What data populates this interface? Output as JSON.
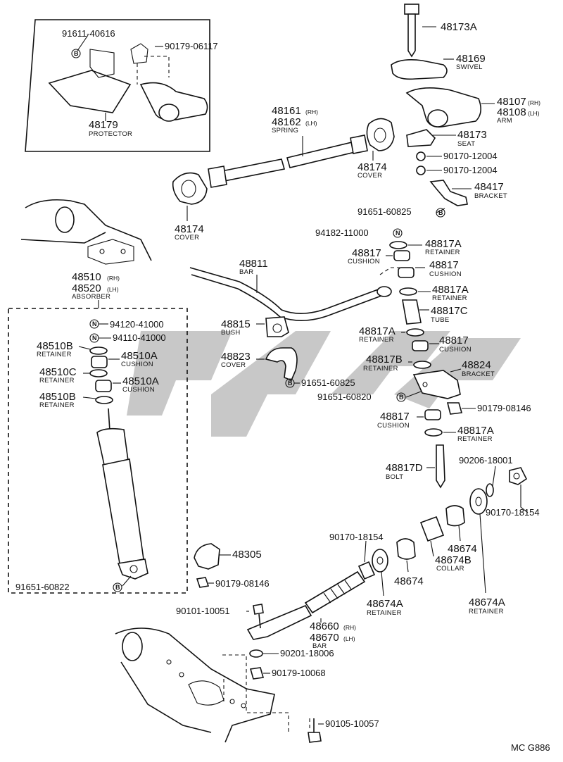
{
  "labels": {
    "p48173A": "48173A",
    "p48169": "48169",
    "swivel": "SWIVEL",
    "p48107": "48107",
    "p48108": "48108",
    "arm": "ARM",
    "p48173": "48173",
    "seat": "SEAT",
    "p9017012004a": "90170-12004",
    "p9017012004b": "90170-12004",
    "p48417": "48417",
    "bracket1": "BRACKET",
    "p9165160825a": "91651-60825",
    "p9161140616": "91611-40616",
    "p9017906117": "90179-06117",
    "p48179": "48179",
    "protector": "PROTECTOR",
    "p48161": "48161",
    "p48162": "48162",
    "spring": "SPRING",
    "p48174a": "48174",
    "cover1": "COVER",
    "p48174b": "48174",
    "cover2": "COVER",
    "p9418211000": "94182-11000",
    "p48817Aa": "48817A",
    "retainer1": "RETAINER",
    "p48817a": "48817",
    "cushion1": "CUSHION",
    "p48817b": "48817",
    "cushion2": "CUSHION",
    "p48811": "48811",
    "bar1": "BAR",
    "p48817Ab": "48817A",
    "retainer2": "RETAINER",
    "p48817C": "48817C",
    "tube": "TUBE",
    "p48510": "48510",
    "p48520": "48520",
    "absorber": "ABSORBER",
    "p9412041000": "94120-41000",
    "p9411041000": "94110-41000",
    "p48510Ba": "48510B",
    "retainer3": "RETAINER",
    "p48510Aa": "48510A",
    "cushion3": "CUSHION",
    "p48510C": "48510C",
    "retainer4": "RETAINER",
    "p48510Ab": "48510A",
    "cushion4": "CUSHION",
    "p48510Bb": "48510B",
    "retainer5": "RETAINER",
    "p48815": "48815",
    "bush": "BUSH",
    "p48823": "48823",
    "cover3": "COVER",
    "p9165160825b": "91651-60825",
    "p48817Ac": "48817A",
    "retainer6": "RETAINER",
    "p48817c": "48817",
    "cushion5": "CUSHION",
    "p48817B": "48817B",
    "retainer7": "RETAINER",
    "p48824": "48824",
    "bracket2": "BRACKET",
    "p9165160820": "91651-60820",
    "p9017908146a": "90179-08146",
    "p48817d": "48817",
    "cushion6": "CUSHION",
    "p48817Ad": "48817A",
    "retainer8": "RETAINER",
    "p48817D": "48817D",
    "bolt": "BOLT",
    "p9020618001": "90206-18001",
    "p9017018154a": "90170-18154",
    "p48305": "48305",
    "p9017018154b": "90170-18154",
    "p48674a": "48674",
    "p48674B": "48674B",
    "collar": "COLLAR",
    "p48674b": "48674",
    "p9165160822": "91651-60822",
    "p9017908146b": "90179-08146",
    "p48674Aa": "48674A",
    "retainer9": "RETAINER",
    "p48674Ab": "48674A",
    "retainer10": "RETAINER",
    "p9010110051": "90101-10051",
    "p48660": "48660",
    "p48670": "48670",
    "bar2": "BAR",
    "p9020118006": "90201-18006",
    "p9017910068": "90179-10068",
    "p9010510057": "90105-10057",
    "code": "MC G886",
    "rh": "(RH)",
    "lh": "(LH)",
    "markN": "N",
    "markB": "B"
  }
}
